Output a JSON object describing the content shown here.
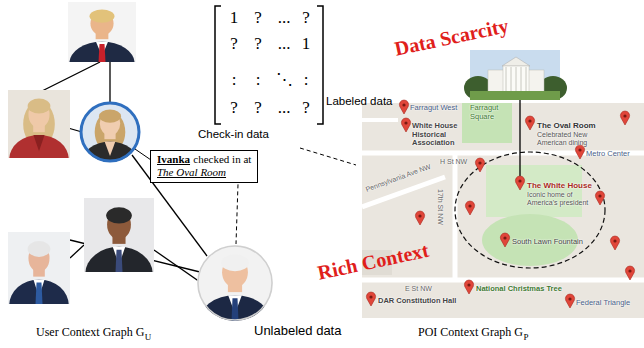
{
  "diagram": {
    "nodes": [
      {
        "text": [
          "Ivanka",
          "checked in at",
          "The Oval Room"
        ]
      }
    ],
    "labels": [
      "Data Scarcity",
      "Rich Context",
      "1",
      "?",
      "...",
      "?",
      "?",
      "?",
      "...",
      "1",
      ":",
      ":",
      "⋱",
      ":",
      "?",
      "?",
      "...",
      "?",
      "Labeled data",
      "Check-in data",
      "Unlabeled data",
      "User Context Graph G",
      "U",
      "POI Context Graph G",
      "P",
      "Farragut West",
      "Farragut Square",
      "The Oval Room",
      "Celebrated New American dining",
      "H St NW",
      "White House Historical Association",
      "The White House",
      "Iconic home of America's president",
      "17th St NW",
      "South Lawn Fountain",
      "E St NW",
      "National Christmas Tree",
      "DAR Constitution Hall",
      "Metro Center",
      "Federal Triangle",
      "Pennsylvania Ave NW"
    ]
  }
}
